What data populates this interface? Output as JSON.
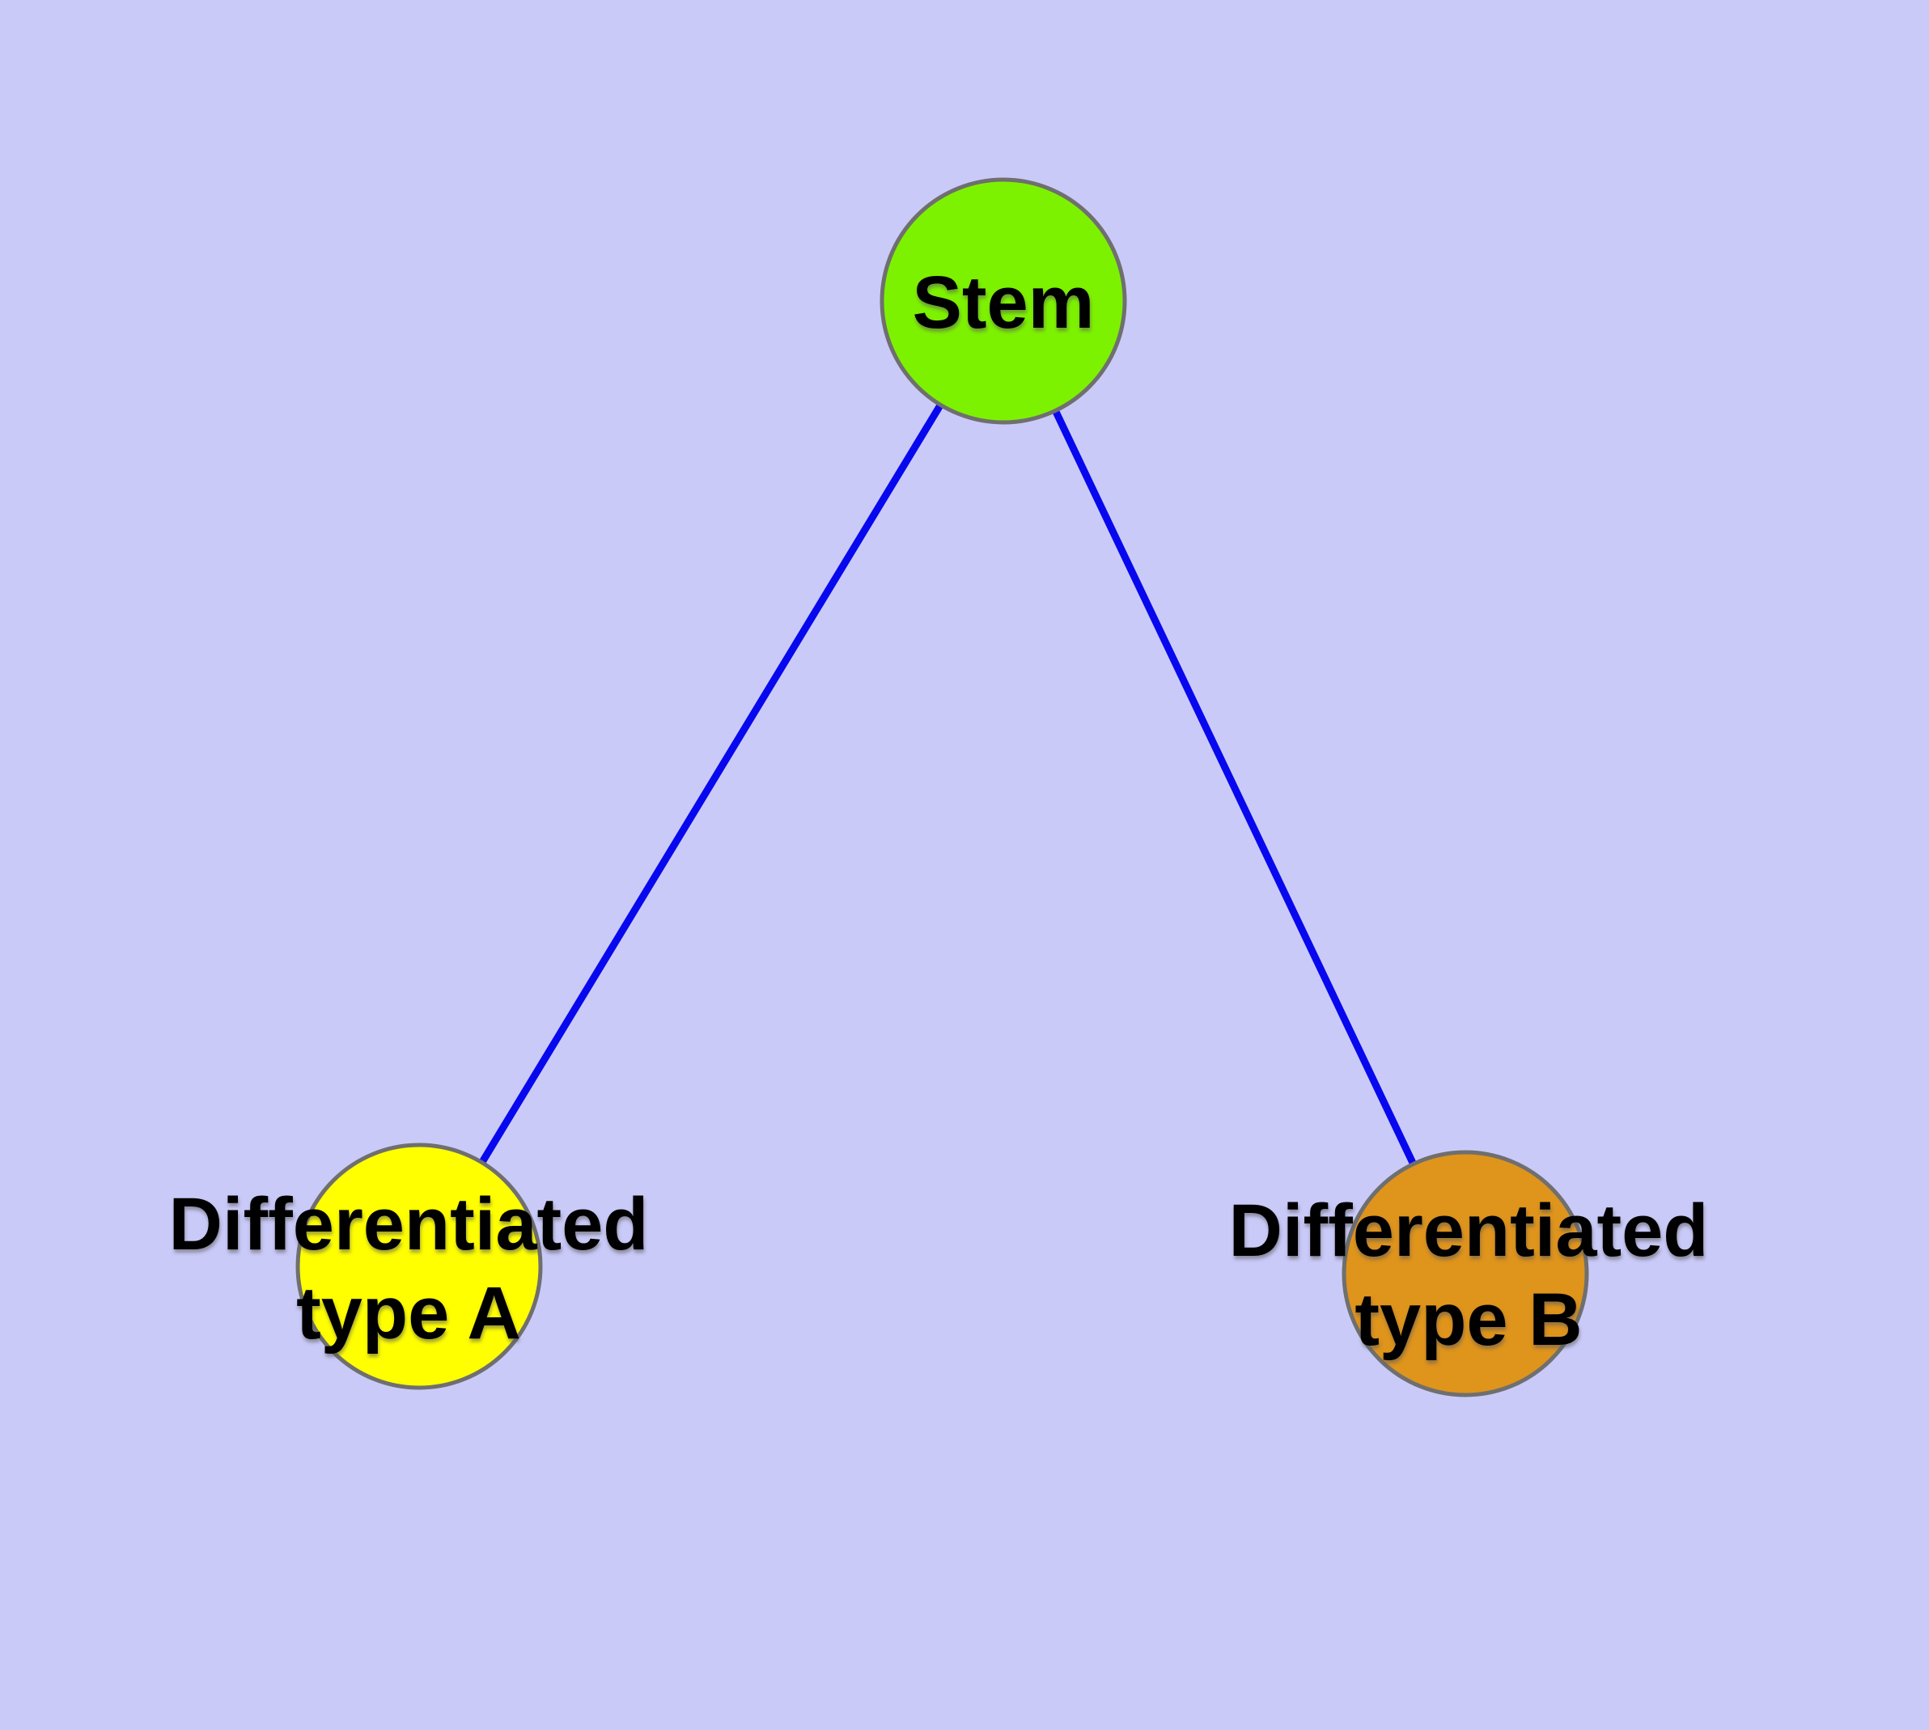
{
  "diagram": {
    "background_color": "#cacaf9",
    "edge_color": "#0808ee",
    "node_border_color": "#6f6f6f",
    "nodes": {
      "stem": {
        "label": "Stem",
        "fill": "#7df200"
      },
      "type_a": {
        "label_line1": "Differentiated",
        "label_line2": "type A",
        "fill": "#ffff00"
      },
      "type_b": {
        "label_line1": "Differentiated",
        "label_line2": "type B",
        "fill": "#df941c"
      }
    },
    "edges": [
      {
        "from": "Stem",
        "to": "Differentiated type A"
      },
      {
        "from": "Stem",
        "to": "Differentiated type B"
      }
    ]
  }
}
